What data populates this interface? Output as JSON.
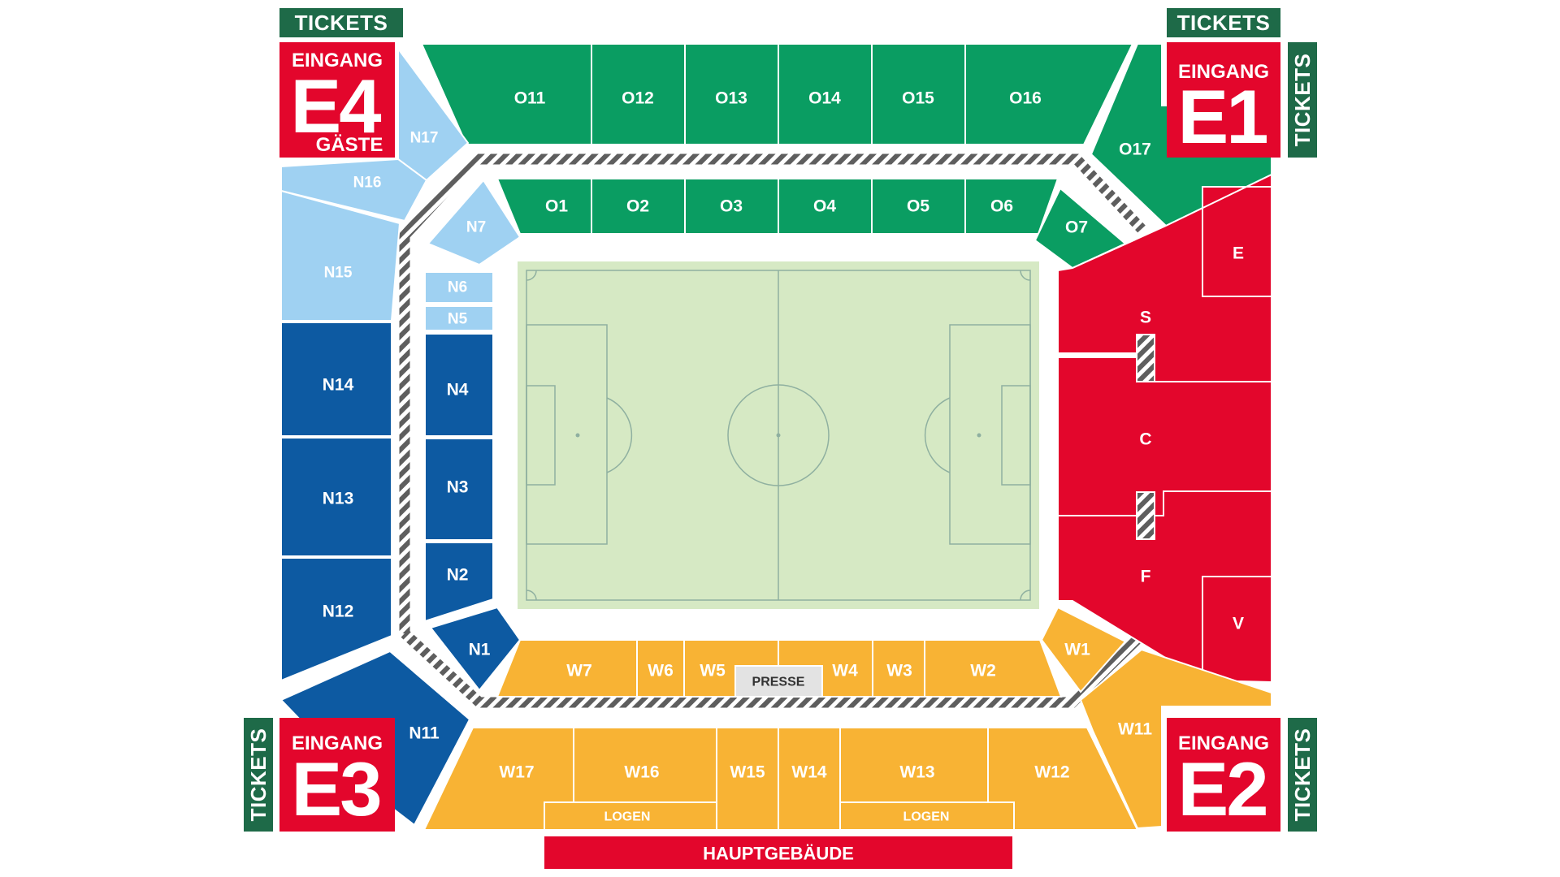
{
  "colors": {
    "green": "#0a9d62",
    "red": "#e3062c",
    "yellow": "#f8b334",
    "dark_blue": "#0d5aa2",
    "light_blue": "#9fd1f2",
    "pitch": "#d6e9c4",
    "dark_green_label": "#1e6a48",
    "press_grey": "#e3e3e3",
    "walkway_dark": "#5e5e5e"
  },
  "sections": {
    "O11": "O11",
    "O12": "O12",
    "O13": "O13",
    "O14": "O14",
    "O15": "O15",
    "O16": "O16",
    "O17": "O17",
    "O1": "O1",
    "O2": "O2",
    "O3": "O3",
    "O4": "O4",
    "O5": "O5",
    "O6": "O6",
    "O7": "O7",
    "N17": "N17",
    "N16": "N16",
    "N15": "N15",
    "N14": "N14",
    "N13": "N13",
    "N12": "N12",
    "N11": "N11",
    "N7": "N7",
    "N6": "N6",
    "N5": "N5",
    "N4": "N4",
    "N3": "N3",
    "N2": "N2",
    "N1": "N1",
    "W1": "W1",
    "W2": "W2",
    "W3": "W3",
    "W4": "W4",
    "W5": "W5",
    "W6": "W6",
    "W7": "W7",
    "W11": "W11",
    "W12": "W12",
    "W13": "W13",
    "W14": "W14",
    "W15": "W15",
    "W16": "W16",
    "W17": "W17",
    "E": "E",
    "S": "S",
    "C": "C",
    "F": "F",
    "V": "V"
  },
  "labels": {
    "presse": "PRESSE",
    "logen": "LOGEN",
    "hauptgebaeude": "HAUPTGEBÄUDE",
    "tickets": "TICKETS",
    "eingang": "EINGANG",
    "gaeste": "GÄSTE"
  },
  "gates": {
    "e1": "E1",
    "e2": "E2",
    "e3": "E3",
    "e4": "E4"
  }
}
